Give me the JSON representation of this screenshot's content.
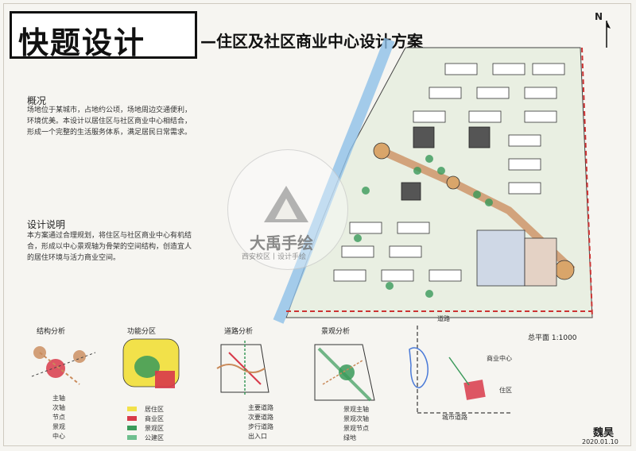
{
  "title": {
    "logo_text": "快题设计",
    "main": "—住区及社区商业中心设计方案"
  },
  "description": {
    "heading": "概况",
    "body": "场地位于某城市，占地约公顷，场地周边交通便利，环境优美。本设计以居住区与社区商业中心相结合，形成一个完整的生活服务体系，满足居民日常需求。"
  },
  "design_notes": {
    "heading": "设计说明",
    "body": "本方案通过合理规划，将住区与社区商业中心有机结合，形成以中心景观轴为骨架的空间结构，创造宜人的居住环境与活力商业空间。"
  },
  "plan": {
    "north_label": "N",
    "scale_label": "总平面 1:1000",
    "road_south": "城市道路",
    "road_bottom": "道路"
  },
  "watermark": {
    "title": "大禹手绘",
    "subtitle": "西安校区丨设计手绘"
  },
  "analysis": [
    {
      "label": "结构分析",
      "legend": [
        "主轴",
        "次轴",
        "节点",
        "景观",
        "中心"
      ]
    },
    {
      "label": "功能分区",
      "legend": [
        "居住区",
        "商业区",
        "景观区",
        "公建区"
      ]
    },
    {
      "label": "道路分析",
      "legend": [
        "主要道路",
        "次要道路",
        "步行道路",
        "出入口"
      ]
    },
    {
      "label": "景观分析",
      "legend": [
        "景观主轴",
        "景观次轴",
        "景观节点",
        "绿地"
      ]
    }
  ],
  "location": {
    "labels": [
      "城市道路",
      "商业中心",
      "住区"
    ]
  },
  "signature": "魏昊",
  "date": "2020.01.10",
  "colors": {
    "residential": "#f2e14a",
    "commercial": "#d83a4a",
    "landscape": "#3a9a5a",
    "public": "#6fbf8f",
    "water": "#8ec1e8",
    "path": "#c98a5a"
  }
}
